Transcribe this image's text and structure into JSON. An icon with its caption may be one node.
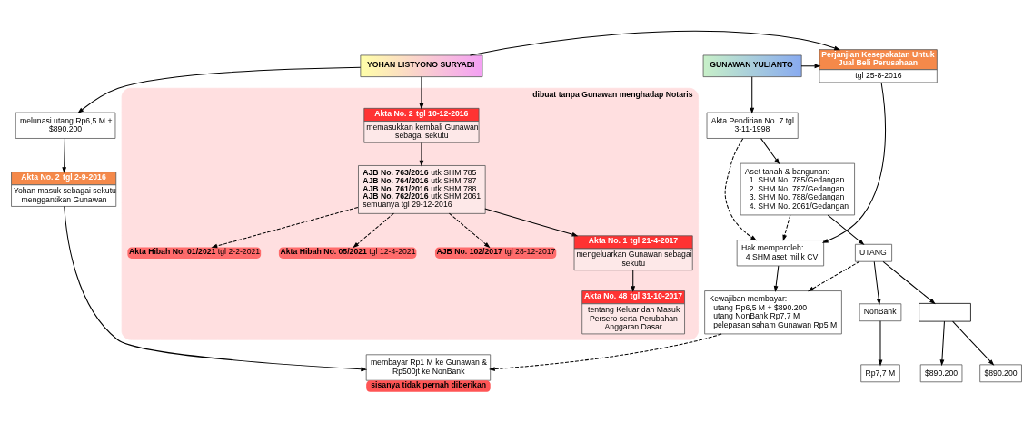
{
  "diagram": {
    "nodes": [
      {
        "text": [
          "GUNAWAN YULIANTO"
        ]
      },
      {
        "text": [
          "Perjanjian Kesepakatan Untuk Jual Beli Perusahaan",
          "tgl 25-8-2016"
        ]
      },
      {
        "text": [
          "YOHAN LISTYONO SURYADI"
        ]
      },
      {
        "text": [
          "dibuat tanpa Gunawan menghadap Notaris"
        ]
      },
      {
        "text": [
          "Akta Pendirian No. 7 tgl 3-11-1998"
        ]
      },
      {
        "text": [
          "Aset tanah & bangunan:",
          "1. SHM No. 785/Gedangan",
          "2. SHM No. 787/Gedangan",
          "3. SHM No. 788/Gedangan",
          "4. SHM No. 2061/Gedangan"
        ]
      },
      {
        "text": [
          "Hak memperoleh:",
          "4 SHM aset milik CV"
        ]
      },
      {
        "text": [
          "melunasi utang Rp6,5 M + $890.200"
        ]
      },
      {
        "text": [
          "**Akta No. 2** tgl 2-9-2016",
          "Yohan masuk sebagai sekutu menggantikan Gunawan"
        ]
      },
      {
        "text": [
          "UTANG"
        ]
      },
      {
        "text": [
          "Kewajiban membayar:",
          "utang Rp6,5 M + $890.200",
          "utang NonBank Rp7,7 M",
          "pelepasan saham Gunawan Rp5 M"
        ]
      },
      {
        "text": [
          "membayar Rp1 M ke Gunawan & Rp500jt ke NonBank"
        ],
        "beside": [
          "sisanya tidak pernah diberikan"
        ]
      },
      {
        "text": [],
        "shape": "box"
      },
      {
        "text": [
          "NonBank"
        ]
      },
      {
        "text": [
          "$890.200"
        ]
      },
      {
        "text": [
          "$890.200"
        ]
      },
      {
        "text": [
          "Rp7,7 M"
        ]
      },
      {
        "text": [
          "**Akta No. 2** tgl 10-12-2016",
          "memasukkan kembali Gunawan sebagai sekutu"
        ],
        "in": 3
      },
      {
        "text": [
          "**AJB No. 763/2016** utk SHM 785",
          "**AJB No. 764/2016** utk SHM 787",
          "**AJB No. 761/2016** utk SHM 788",
          "**AJB No. 762/2016** utk SHM 2061",
          "semuanya tgl 29-12-2016"
        ],
        "in": 3
      },
      {
        "text": [
          "**Akta Hibah No. 01/2021** tgl 2-2-2021"
        ],
        "in": 3
      },
      {
        "text": [
          "**Akta Hibah No. 05/2021** tgl 12-4-2021"
        ],
        "in": 3
      },
      {
        "text": [
          "**AJB No. 102/2017** tgl 28-12-2017"
        ],
        "in": 3
      },
      {
        "text": [
          "**Akta No. 1** tgl 21-4-2017",
          "mengeluarkan Gunawan sebagai sekutu"
        ],
        "in": 3
      },
      {
        "text": [
          "**Akta No. 48** tgl 31-10-2017",
          "tentang Keluar dan Masuk Persero serta Perubahan Anggaran Dasar"
        ],
        "in": 3
      }
    ],
    "edges": [
      {
        "from": 0,
        "to": 1,
        "arrow": "to"
      },
      {
        "from": 2,
        "to": 1,
        "arrow": "to"
      },
      {
        "from": 2,
        "to": 17,
        "arrow": "to"
      },
      {
        "from": 0,
        "to": 4,
        "arrow": "to"
      },
      {
        "from": 4,
        "to": 5,
        "arrow": "to"
      },
      {
        "from": 4,
        "to": 6,
        "arrow": "to",
        "style": "dashed"
      },
      {
        "from": 5,
        "to": 6,
        "arrow": "to",
        "style": "dashed"
      },
      {
        "from": 1,
        "to": 6,
        "arrow": "to"
      },
      {
        "from": 6,
        "to": 10,
        "arrow": "to"
      },
      {
        "from": 5,
        "to": 9,
        "arrow": "to"
      },
      {
        "from": 9,
        "to": 10,
        "arrow": "to",
        "style": "dashed"
      },
      {
        "from": 10,
        "to": 11,
        "arrow": "to",
        "style": "dashed"
      },
      {
        "from": 2,
        "to": 7,
        "arrow": "to"
      },
      {
        "from": 7,
        "to": 8,
        "arrow": "to"
      },
      {
        "from": 8,
        "to": 11,
        "arrow": "to"
      },
      {
        "from": 9,
        "to": 12,
        "arrow": "to"
      },
      {
        "from": 9,
        "to": 13,
        "arrow": "to"
      },
      {
        "from": 12,
        "to": 14,
        "arrow": "to"
      },
      {
        "from": 12,
        "to": 15,
        "arrow": "to"
      },
      {
        "from": 13,
        "to": 16,
        "arrow": "to"
      },
      {
        "from": 17,
        "to": 18,
        "arrow": "to"
      },
      {
        "from": 18,
        "to": 19,
        "arrow": "to",
        "style": "dashed"
      },
      {
        "from": 18,
        "to": 20,
        "arrow": "to",
        "style": "dashed"
      },
      {
        "from": 18,
        "to": 21,
        "arrow": "to",
        "style": "dashed"
      },
      {
        "from": 18,
        "to": 22,
        "arrow": "to"
      },
      {
        "from": 22,
        "to": 23,
        "arrow": "to"
      }
    ]
  }
}
